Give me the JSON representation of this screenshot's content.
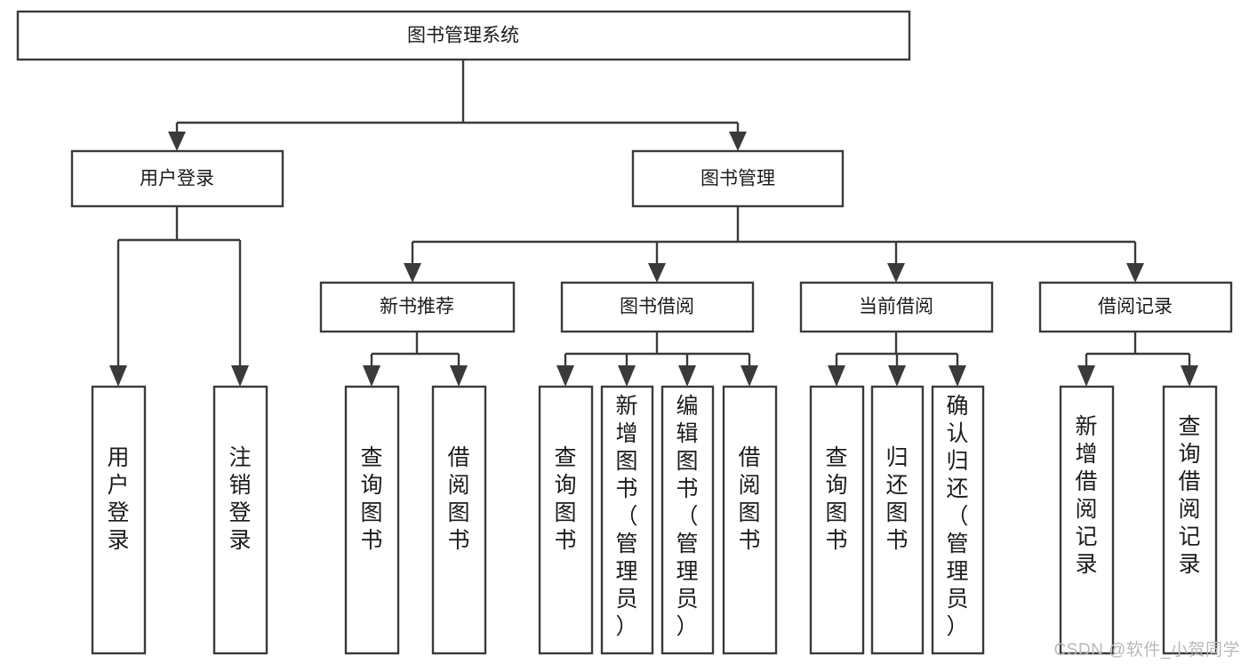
{
  "chart_data": {
    "type": "diagram",
    "title": "图书管理系统",
    "diagram_kind": "hierarchy-tree",
    "orientation": "top-down",
    "levels": 4,
    "nodes": [
      {
        "id": "root",
        "label": "图书管理系统",
        "level": 0,
        "orientation": "horizontal",
        "parent": null
      },
      {
        "id": "login",
        "label": "用户登录",
        "level": 1,
        "orientation": "horizontal",
        "parent": "root"
      },
      {
        "id": "bookmgmt",
        "label": "图书管理",
        "level": 1,
        "orientation": "horizontal",
        "parent": "root"
      },
      {
        "id": "newrec",
        "label": "新书推荐",
        "level": 2,
        "orientation": "horizontal",
        "parent": "bookmgmt"
      },
      {
        "id": "borrow",
        "label": "图书借阅",
        "level": 2,
        "orientation": "horizontal",
        "parent": "bookmgmt"
      },
      {
        "id": "current",
        "label": "当前借阅",
        "level": 2,
        "orientation": "horizontal",
        "parent": "bookmgmt"
      },
      {
        "id": "records",
        "label": "借阅记录",
        "level": 2,
        "orientation": "horizontal",
        "parent": "bookmgmt"
      },
      {
        "id": "l1",
        "label": "用户登录",
        "level": 3,
        "orientation": "vertical",
        "parent": "login"
      },
      {
        "id": "l2",
        "label": "注销登录",
        "level": 3,
        "orientation": "vertical",
        "parent": "login"
      },
      {
        "id": "l3",
        "label": "查询图书",
        "level": 3,
        "orientation": "vertical",
        "parent": "newrec"
      },
      {
        "id": "l4",
        "label": "借阅图书",
        "level": 3,
        "orientation": "vertical",
        "parent": "newrec"
      },
      {
        "id": "l5",
        "label": "查询图书",
        "level": 3,
        "orientation": "vertical",
        "parent": "borrow"
      },
      {
        "id": "l6",
        "label": "新增图书（管理员）",
        "level": 3,
        "orientation": "vertical",
        "parent": "borrow"
      },
      {
        "id": "l7",
        "label": "编辑图书（管理员）",
        "level": 3,
        "orientation": "vertical",
        "parent": "borrow"
      },
      {
        "id": "l8",
        "label": "借阅图书",
        "level": 3,
        "orientation": "vertical",
        "parent": "borrow"
      },
      {
        "id": "l9",
        "label": "查询图书",
        "level": 3,
        "orientation": "vertical",
        "parent": "current"
      },
      {
        "id": "l10",
        "label": "归还图书",
        "level": 3,
        "orientation": "vertical",
        "parent": "current"
      },
      {
        "id": "l11",
        "label": "确认归还（管理员）",
        "level": 3,
        "orientation": "vertical",
        "parent": "current"
      },
      {
        "id": "l12",
        "label": "新增借阅记录",
        "level": 3,
        "orientation": "vertical",
        "parent": "records"
      },
      {
        "id": "l13",
        "label": "查询借阅记录",
        "level": 3,
        "orientation": "vertical",
        "parent": "records"
      }
    ],
    "edges": [
      {
        "from": "root",
        "to": "login"
      },
      {
        "from": "root",
        "to": "bookmgmt"
      },
      {
        "from": "bookmgmt",
        "to": "newrec"
      },
      {
        "from": "bookmgmt",
        "to": "borrow"
      },
      {
        "from": "bookmgmt",
        "to": "current"
      },
      {
        "from": "bookmgmt",
        "to": "records"
      },
      {
        "from": "login",
        "to": "l1"
      },
      {
        "from": "login",
        "to": "l2"
      },
      {
        "from": "newrec",
        "to": "l3"
      },
      {
        "from": "newrec",
        "to": "l4"
      },
      {
        "from": "borrow",
        "to": "l5"
      },
      {
        "from": "borrow",
        "to": "l6"
      },
      {
        "from": "borrow",
        "to": "l7"
      },
      {
        "from": "borrow",
        "to": "l8"
      },
      {
        "from": "current",
        "to": "l9"
      },
      {
        "from": "current",
        "to": "l10"
      },
      {
        "from": "current",
        "to": "l11"
      },
      {
        "from": "records",
        "to": "l12"
      },
      {
        "from": "records",
        "to": "l13"
      }
    ],
    "colors": {
      "box_stroke": "#3a3a3a",
      "box_fill": "#ffffff",
      "connector": "#3a3a3a",
      "text": "#1b1b1b",
      "background": "#ffffff",
      "watermark": "#b9b9b9"
    }
  },
  "nodes": {
    "root": {
      "label": "图书管理系统"
    },
    "login": {
      "label": "用户登录"
    },
    "bookmgmt": {
      "label": "图书管理"
    },
    "newrec": {
      "label": "新书推荐"
    },
    "borrow": {
      "label": "图书借阅"
    },
    "current": {
      "label": "当前借阅"
    },
    "records": {
      "label": "借阅记录"
    },
    "l1": {
      "label": "用户登录"
    },
    "l2": {
      "label": "注销登录"
    },
    "l3": {
      "label": "查询图书"
    },
    "l4": {
      "label": "借阅图书"
    },
    "l5": {
      "label": "查询图书"
    },
    "l6": {
      "label": "新增图书（管理员）"
    },
    "l7": {
      "label": "编辑图书（管理员）"
    },
    "l8": {
      "label": "借阅图书"
    },
    "l9": {
      "label": "查询图书"
    },
    "l10": {
      "label": "归还图书"
    },
    "l11": {
      "label": "确认归还（管理员）"
    },
    "l12": {
      "label": "新增借阅记录"
    },
    "l13": {
      "label": "查询借阅记录"
    }
  },
  "watermark": {
    "text": "CSDN @软件_小贺同学"
  }
}
